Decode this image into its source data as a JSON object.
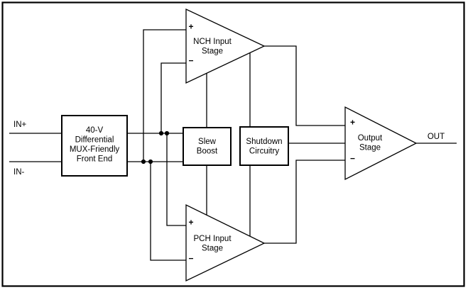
{
  "labels": {
    "in_plus": "IN+",
    "in_minus": "IN-",
    "out": "OUT",
    "plus": "+",
    "minus": "−"
  },
  "blocks": {
    "front_end": {
      "lines": [
        "40-V",
        "Differential",
        "MUX-Friendly",
        "Front End"
      ]
    },
    "slew_boost": {
      "lines": [
        "Slew",
        "Boost"
      ]
    },
    "shutdown_circuitry": {
      "lines": [
        "Shutdown",
        "Circuitry"
      ]
    },
    "nch_input_stage": {
      "lines": [
        "NCH Input",
        "Stage"
      ]
    },
    "pch_input_stage": {
      "lines": [
        "PCH Input",
        "Stage"
      ]
    },
    "output_stage": {
      "lines": [
        "Output",
        "Stage"
      ]
    }
  },
  "colors": {
    "line": "#000000",
    "background": "#ffffff"
  }
}
